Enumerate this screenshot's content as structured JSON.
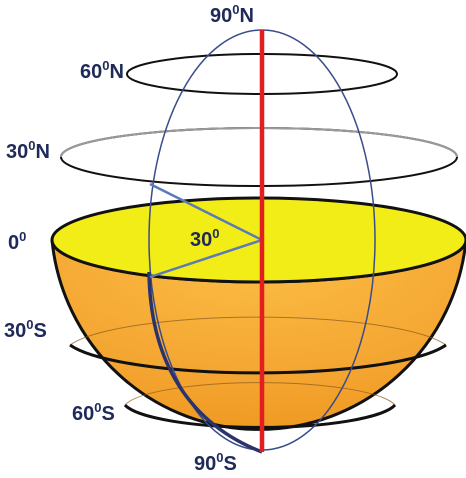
{
  "diagram": {
    "labels": {
      "north_pole": {
        "value": "90",
        "degree": "0",
        "hemi": "N"
      },
      "lat_60n": {
        "value": "60",
        "degree": "0",
        "hemi": "N"
      },
      "lat_30n": {
        "value": "30",
        "degree": "0",
        "hemi": "N"
      },
      "equator": {
        "value": "0",
        "degree": "0",
        "hemi": ""
      },
      "lat_30s": {
        "value": "30",
        "degree": "0",
        "hemi": "S"
      },
      "lat_60s": {
        "value": "60",
        "degree": "0",
        "hemi": "S"
      },
      "south_pole": {
        "value": "90",
        "degree": "0",
        "hemi": "S"
      },
      "angle": {
        "value": "30",
        "degree": "0",
        "hemi": ""
      }
    },
    "colors": {
      "equator_plane": "#f2ec17",
      "hemisphere_fill": "#f4a531",
      "axis": "#e21e1e",
      "meridian": "#3b4c8a",
      "label": "#1f2a5a",
      "ring": "#111111"
    }
  }
}
